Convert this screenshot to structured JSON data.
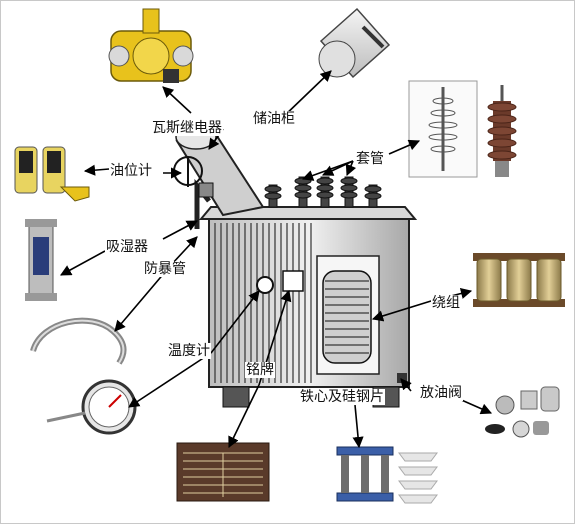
{
  "labels": {
    "gas_relay": "瓦斯继电器",
    "conservator": "储油柜",
    "oil_level_gauge": "油位计",
    "bushing": "套管",
    "breather": "吸湿器",
    "explosion_vent": "防暴管",
    "winding": "绕组",
    "thermometer": "温度计",
    "nameplate": "铭牌",
    "core": "铁心及硅钢片",
    "drain_valve": "放油阀"
  },
  "colors": {
    "arrow": "#000000",
    "relay_body": "#e8c21c",
    "coil": "#c9b37a",
    "core_frame": "#3b5fa8",
    "bushing": "#6b3a2a",
    "nameplate": "#5a3a2a"
  }
}
